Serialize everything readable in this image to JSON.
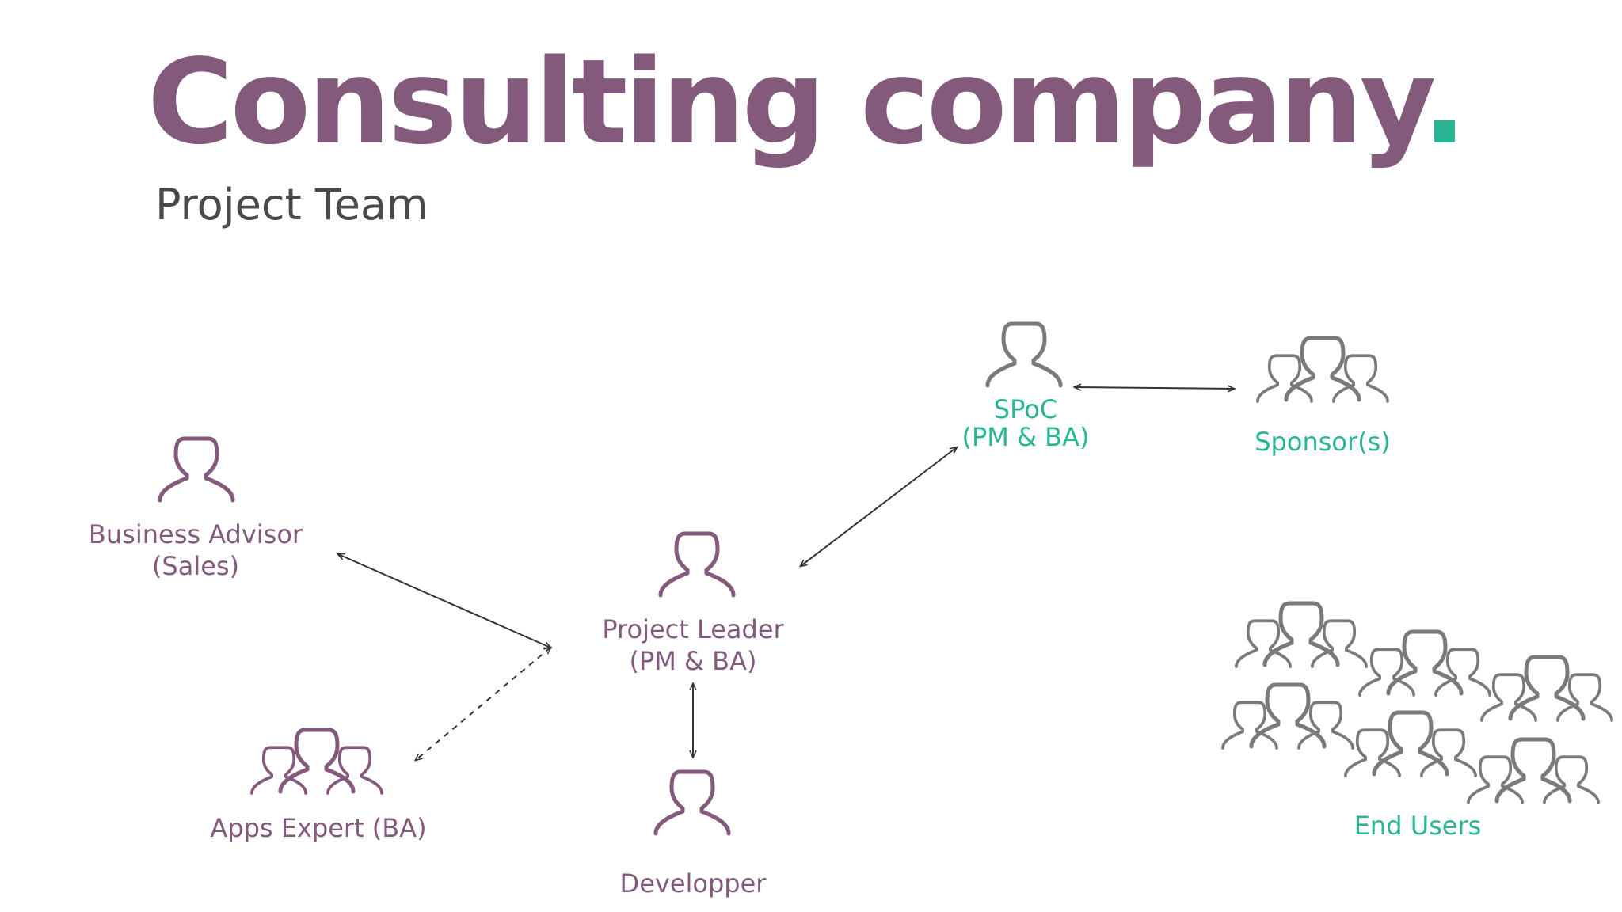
{
  "header": {
    "title": "Consulting company",
    "title_dot": ".",
    "subtitle": "Project Team"
  },
  "roles": {
    "business_advisor": {
      "line1": "Business Advisor",
      "line2": "(Sales)"
    },
    "apps_expert": {
      "line1": "Apps Expert (BA)"
    },
    "project_leader": {
      "line1": "Project Leader",
      "line2": "(PM & BA)"
    },
    "developer": {
      "line1": "Developper"
    },
    "spoc": {
      "line1": "SPoC",
      "line2": "(PM & BA)"
    },
    "sponsors": {
      "line1": "Sponsor(s)"
    },
    "end_users": {
      "line1": "End Users"
    }
  },
  "colors": {
    "title": "#835a7c",
    "accent": "#2ab595",
    "internal_role": "#835a7c",
    "client_role": "#2ab595",
    "client_icon": "#7a7a7a",
    "arrow": "#333333",
    "subtitle": "#4a4a4a"
  },
  "icons": {
    "person": "person-icon",
    "group": "group-icon"
  }
}
